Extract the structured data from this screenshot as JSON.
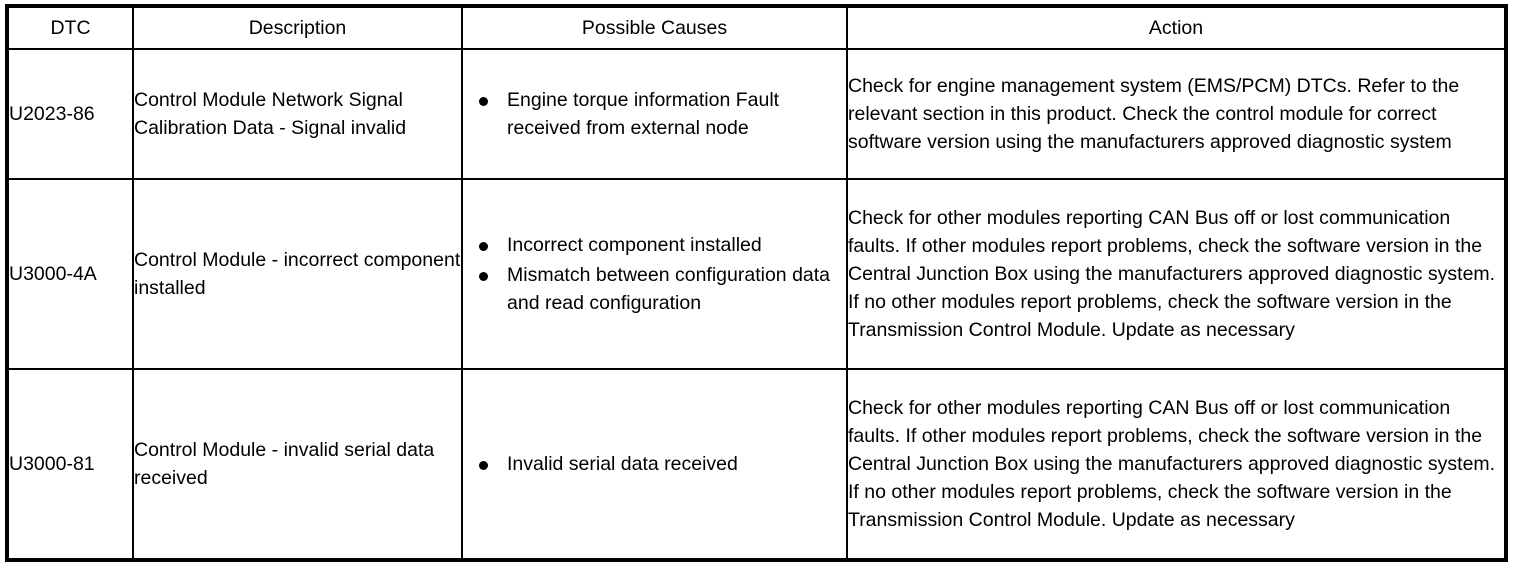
{
  "table": {
    "name": "dtc-diagnostic-table",
    "columns": [
      {
        "key": "dtc",
        "label": "DTC"
      },
      {
        "key": "desc",
        "label": "Description"
      },
      {
        "key": "cause",
        "label": "Possible Causes"
      },
      {
        "key": "action",
        "label": "Action"
      }
    ],
    "rows": [
      {
        "dtc": "U2023-86",
        "description": "Control Module Network Signal Calibration Data - Signal invalid",
        "causes": [
          "Engine torque information Fault received from external node"
        ],
        "action": "Check for engine management system (EMS/PCM) DTCs. Refer to the relevant section in this product. Check the control module for correct software version using the manufacturers approved diagnostic system"
      },
      {
        "dtc": "U3000-4A",
        "description": "Control Module - incorrect component installed",
        "causes": [
          "Incorrect component installed",
          "Mismatch between configuration data and read configuration"
        ],
        "action": "Check for other modules reporting CAN Bus off or lost communication faults. If other modules report problems, check the software version in the Central Junction Box using the manufacturers approved diagnostic system. If no other modules report problems, check the software version in the Transmission Control Module. Update as necessary"
      },
      {
        "dtc": "U3000-81",
        "description": "Control Module - invalid serial data received",
        "causes": [
          "Invalid serial data received"
        ],
        "action": "Check for other modules reporting CAN Bus off or lost communication faults. If other modules report problems, check the software version in the Central Junction Box using the manufacturers approved diagnostic system. If no other modules report problems, check the software version in the Transmission Control Module. Update as necessary"
      }
    ]
  },
  "style": {
    "border_color": "#000000",
    "text_color": "#000000",
    "background": "#ffffff"
  }
}
